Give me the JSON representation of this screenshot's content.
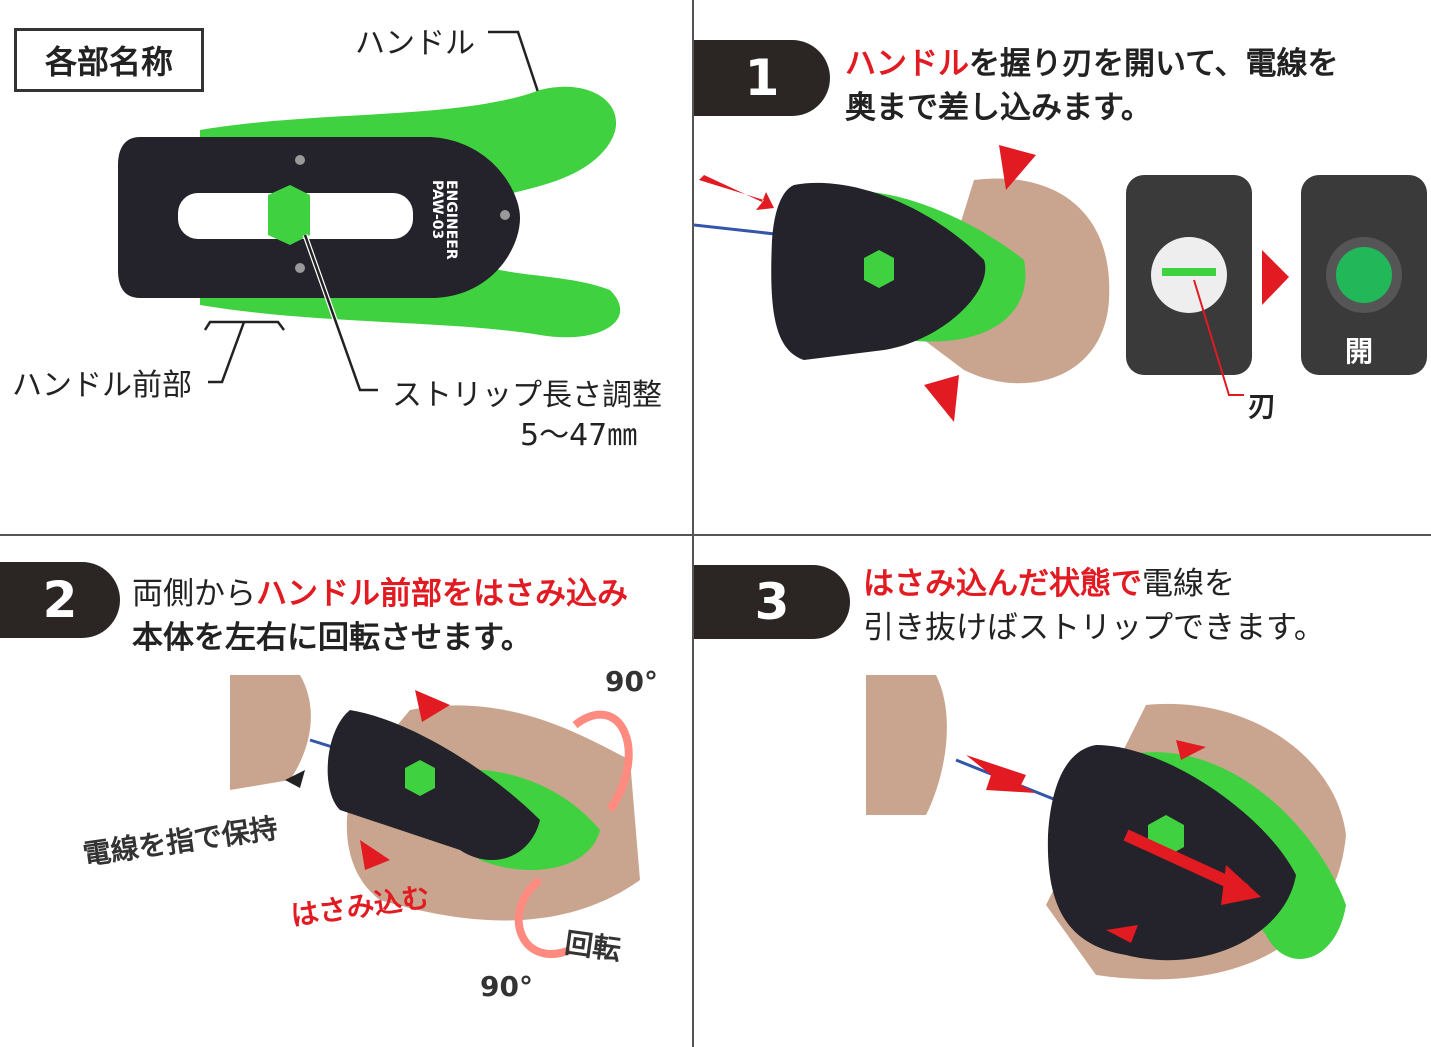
{
  "parts_panel": {
    "title": "各部名称",
    "labels": {
      "handle": "ハンドル",
      "handle_front": "ハンドル前部",
      "strip_length": "ストリップ長さ調整",
      "strip_range": "5〜47㎜"
    },
    "tool_brand": "ENGINEER",
    "tool_model": "PAW-03"
  },
  "step1": {
    "number": "1",
    "line1_red": "ハンドル",
    "line1_black": "を握り刃を開いて、電線を",
    "line2": "奥まで差し込みます。",
    "blade_label": "刃",
    "open_label": "開"
  },
  "step2": {
    "number": "2",
    "line1_black": "両側から",
    "line1_red": "ハンドル前部をはさみ込み",
    "line2": "本体を左右に回転させます。",
    "hold_wire": "電線を指で保持",
    "squeeze": "はさみ込む",
    "rotate": "回転",
    "angle_top": "90°",
    "angle_bottom": "90°"
  },
  "step3": {
    "number": "3",
    "line1_red": "はさみ込んだ状態で",
    "line1_black": "電線を",
    "line2": "引き抜けばストリップできます。"
  },
  "colors": {
    "accent_red": "#e21a22",
    "tool_green": "#3fd13f",
    "tool_black": "#24222a",
    "badge_dark": "#2b2523"
  }
}
